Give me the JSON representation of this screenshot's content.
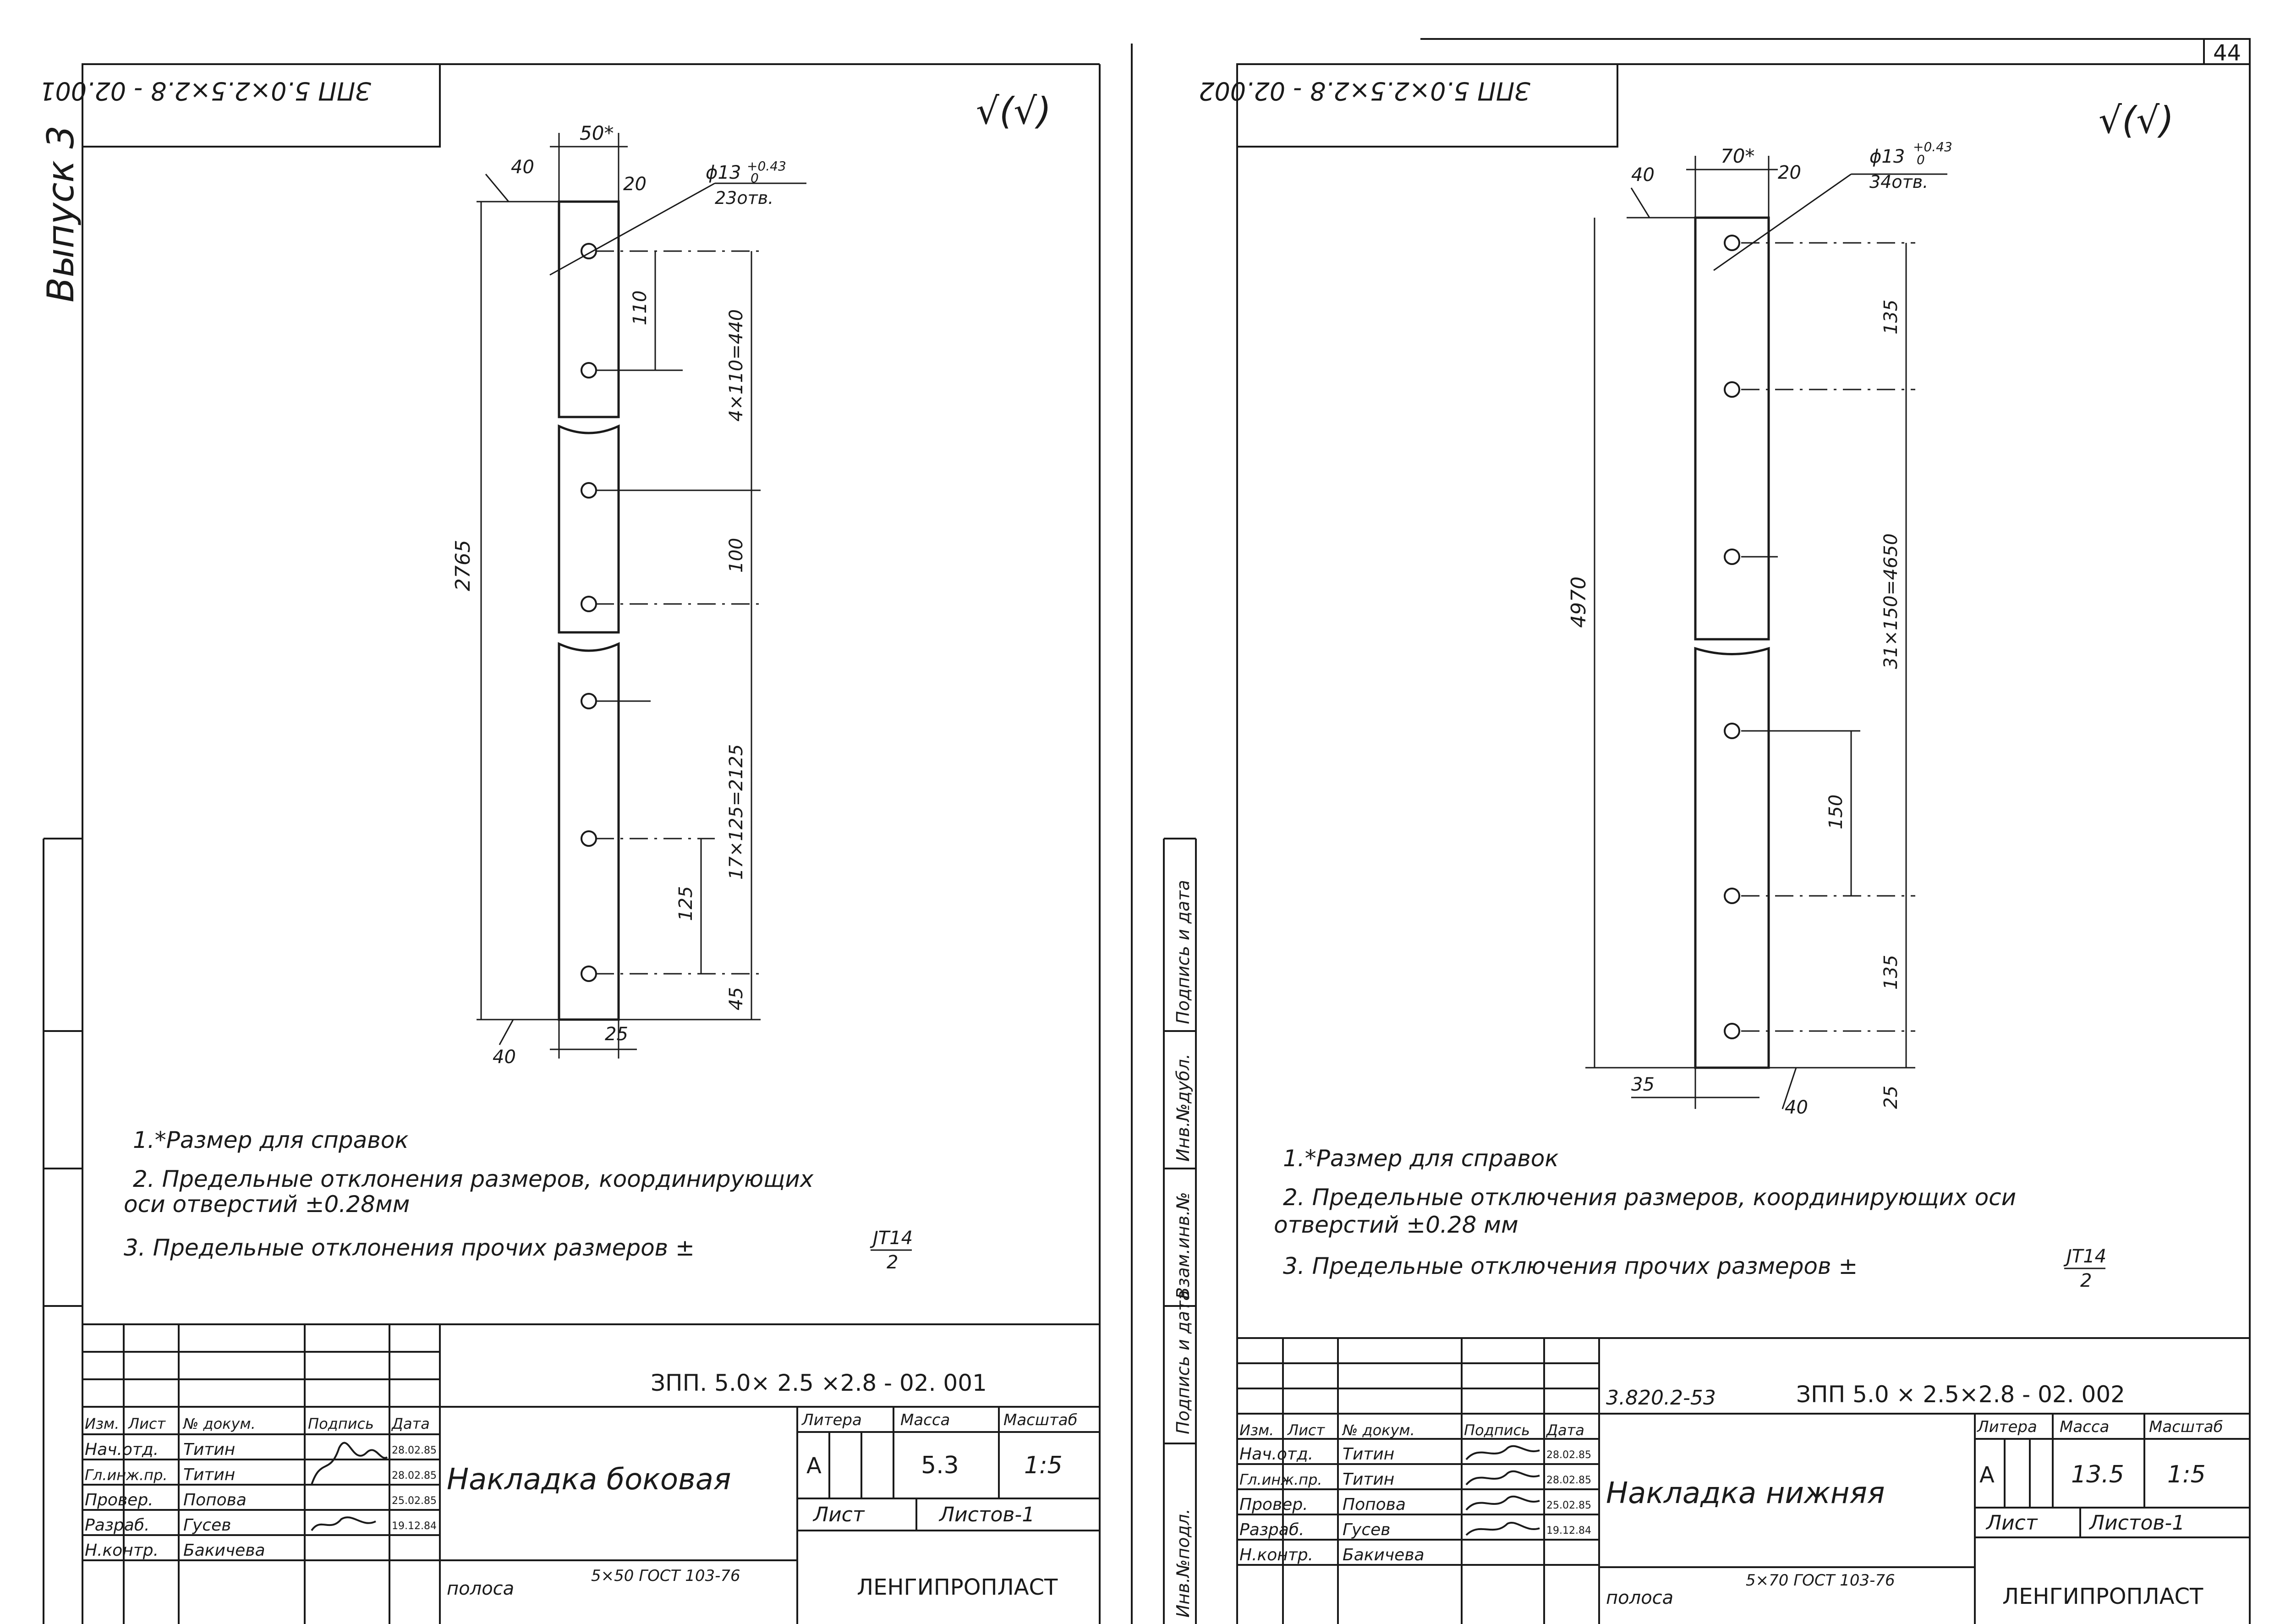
{
  "page_number": "44",
  "left_sheet": {
    "vypusk": "Выпуск 3",
    "stamp_top": "ЗПП 5.0×2.5×2.8 - 02.001",
    "roughness": "√(√)",
    "dims": {
      "width": "50*",
      "chamfer_top": "40",
      "hole_offset": "20",
      "hole_spec": "ϕ13",
      "hole_tol": "+0.43",
      "hole_tol_lower": "0",
      "hole_count": "23отв.",
      "length": "2765",
      "d110": "110",
      "d4x110": "4×110=440",
      "d100": "100",
      "d17x125": "17×125=2125",
      "d125": "125",
      "d45": "45",
      "d25": "25",
      "chamfer_bottom": "40"
    },
    "notes": [
      "1.*Размер для справок",
      "2. Предельные отклонения размеров, координирующих",
      "оси отверстий ±0.28мм",
      "3. Предельные отклонения прочих размеров ±"
    ],
    "it_num": "JT14",
    "it_den": "2",
    "title_block": {
      "designation": "ЗПП. 5.0× 2.5 ×2.8 - 02. 001",
      "name": "Накладка боковая",
      "headers": [
        "Изм.",
        "Лист",
        "№ докум.",
        "Подпись",
        "Дата"
      ],
      "rows": [
        {
          "role": "Нач.отд.",
          "name": "Титин",
          "date": "28.02.85"
        },
        {
          "role": "Гл.инж.пр.",
          "name": "Титин",
          "date": "28.02.85"
        },
        {
          "role": "Провер.",
          "name": "Попова",
          "date": "25.02.85"
        },
        {
          "role": "Разраб.",
          "name": "Гусев",
          "date": "19.12.84"
        },
        {
          "role": "Н.контр.",
          "name": "Бакичева",
          "date": ""
        }
      ],
      "litera_label": "Литера",
      "mass_label": "Масса",
      "scale_label": "Масштаб",
      "litera": "А",
      "mass": "5.3",
      "scale": "1:5",
      "sheet_label": "Лист",
      "sheets_label": "Листов-1",
      "material": "полоса",
      "material_spec": "5×50 ГОСТ 103-76",
      "org": "ЛЕНГИПРОПЛАСТ"
    }
  },
  "right_sheet": {
    "stamp_top": "ЗПП 5.0×2.5×2.8 - 02.002",
    "roughness": "√(√)",
    "dims": {
      "width": "70*",
      "chamfer_top": "40",
      "hole_offset": "20",
      "hole_spec": "ϕ13",
      "hole_tol": "+0.43",
      "hole_tol_lower": "0",
      "hole_count": "34отв.",
      "length": "4970",
      "d135_top": "135",
      "d31x150": "31×150=4650",
      "d150": "150",
      "d135_bottom": "135",
      "d25": "25",
      "d35": "35",
      "chamfer_bottom": "40"
    },
    "notes": [
      "1.*Размер для справок",
      "2. Предельные отключения размеров, координирующих оси",
      "отверстий ±0.28 мм",
      "3. Предельные отключения прочих размеров ±"
    ],
    "it_num": "JT14",
    "it_den": "2",
    "side_labels": [
      "Инв.№подл.",
      "Подпись и дата",
      "Взам.инв.№",
      "Инв.№дубл.",
      "Подпись и дата"
    ],
    "title_block": {
      "series": "3.820.2-53",
      "designation": "ЗПП 5.0 × 2.5×2.8 - 02. 002",
      "name": "Накладка нижняя",
      "headers": [
        "Изм.",
        "Лист",
        "№ докум.",
        "Подпись",
        "Дата"
      ],
      "rows": [
        {
          "role": "Нач.отд.",
          "name": "Титин",
          "date": "28.02.85"
        },
        {
          "role": "Гл.инж.пр.",
          "name": "Титин",
          "date": "28.02.85"
        },
        {
          "role": "Провер.",
          "name": "Попова",
          "date": "25.02.85"
        },
        {
          "role": "Разраб.",
          "name": "Гусев",
          "date": "19.12.84"
        },
        {
          "role": "Н.контр.",
          "name": "Бакичева",
          "date": ""
        }
      ],
      "litera_label": "Литера",
      "mass_label": "Масса",
      "scale_label": "Масштаб",
      "litera": "А",
      "mass": "13.5",
      "scale": "1:5",
      "sheet_label": "Лист",
      "sheets_label": "Листов-1",
      "material": "полоса",
      "material_spec": "5×70 ГОСТ 103-76",
      "org": "ЛЕНГИПРОПЛАСТ"
    }
  }
}
